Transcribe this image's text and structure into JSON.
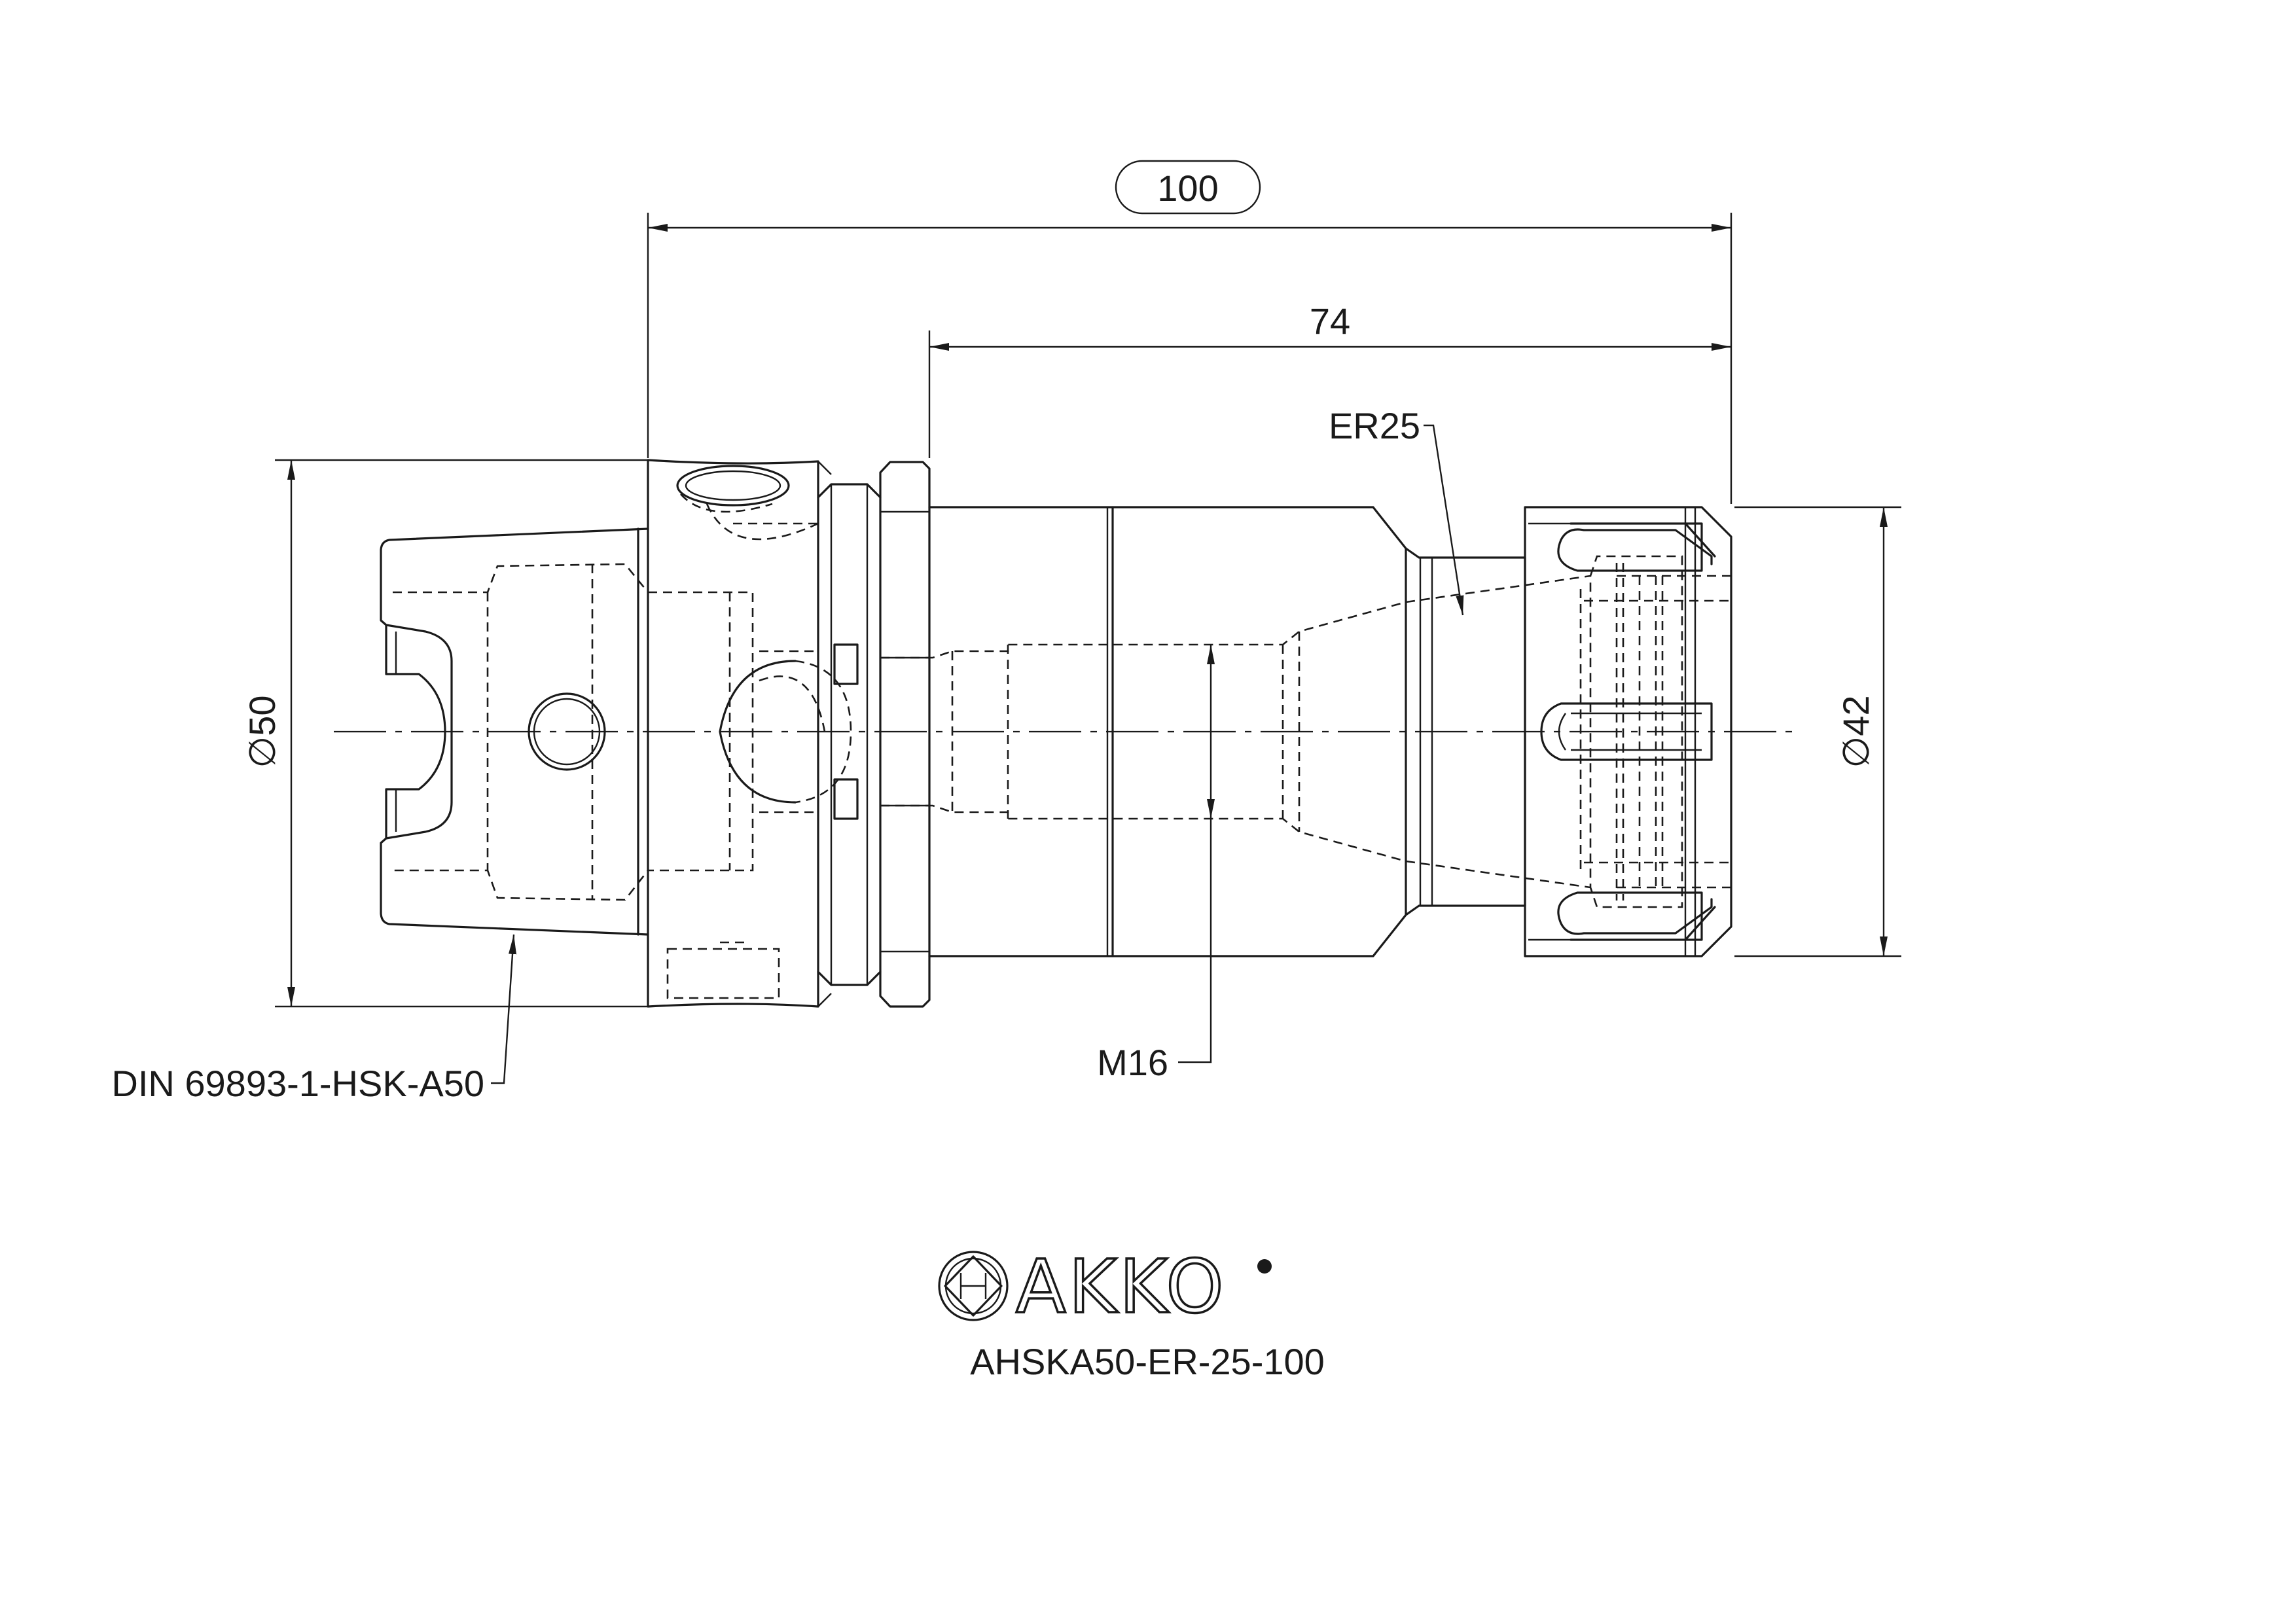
{
  "dimensions": {
    "overall_length": "100",
    "length_from_flange": "74",
    "flange_diameter": "∅50",
    "nut_diameter": "∅42"
  },
  "callouts": {
    "collet": "ER25",
    "thread": "M16",
    "interface": "DIN 69893-1-HSK-A50"
  },
  "brand": {
    "name": "AKKO",
    "registered_mark": "®"
  },
  "part_number": "AHSKA50-ER-25-100",
  "colors": {
    "line": "#1a1a1a",
    "background": "#ffffff"
  }
}
